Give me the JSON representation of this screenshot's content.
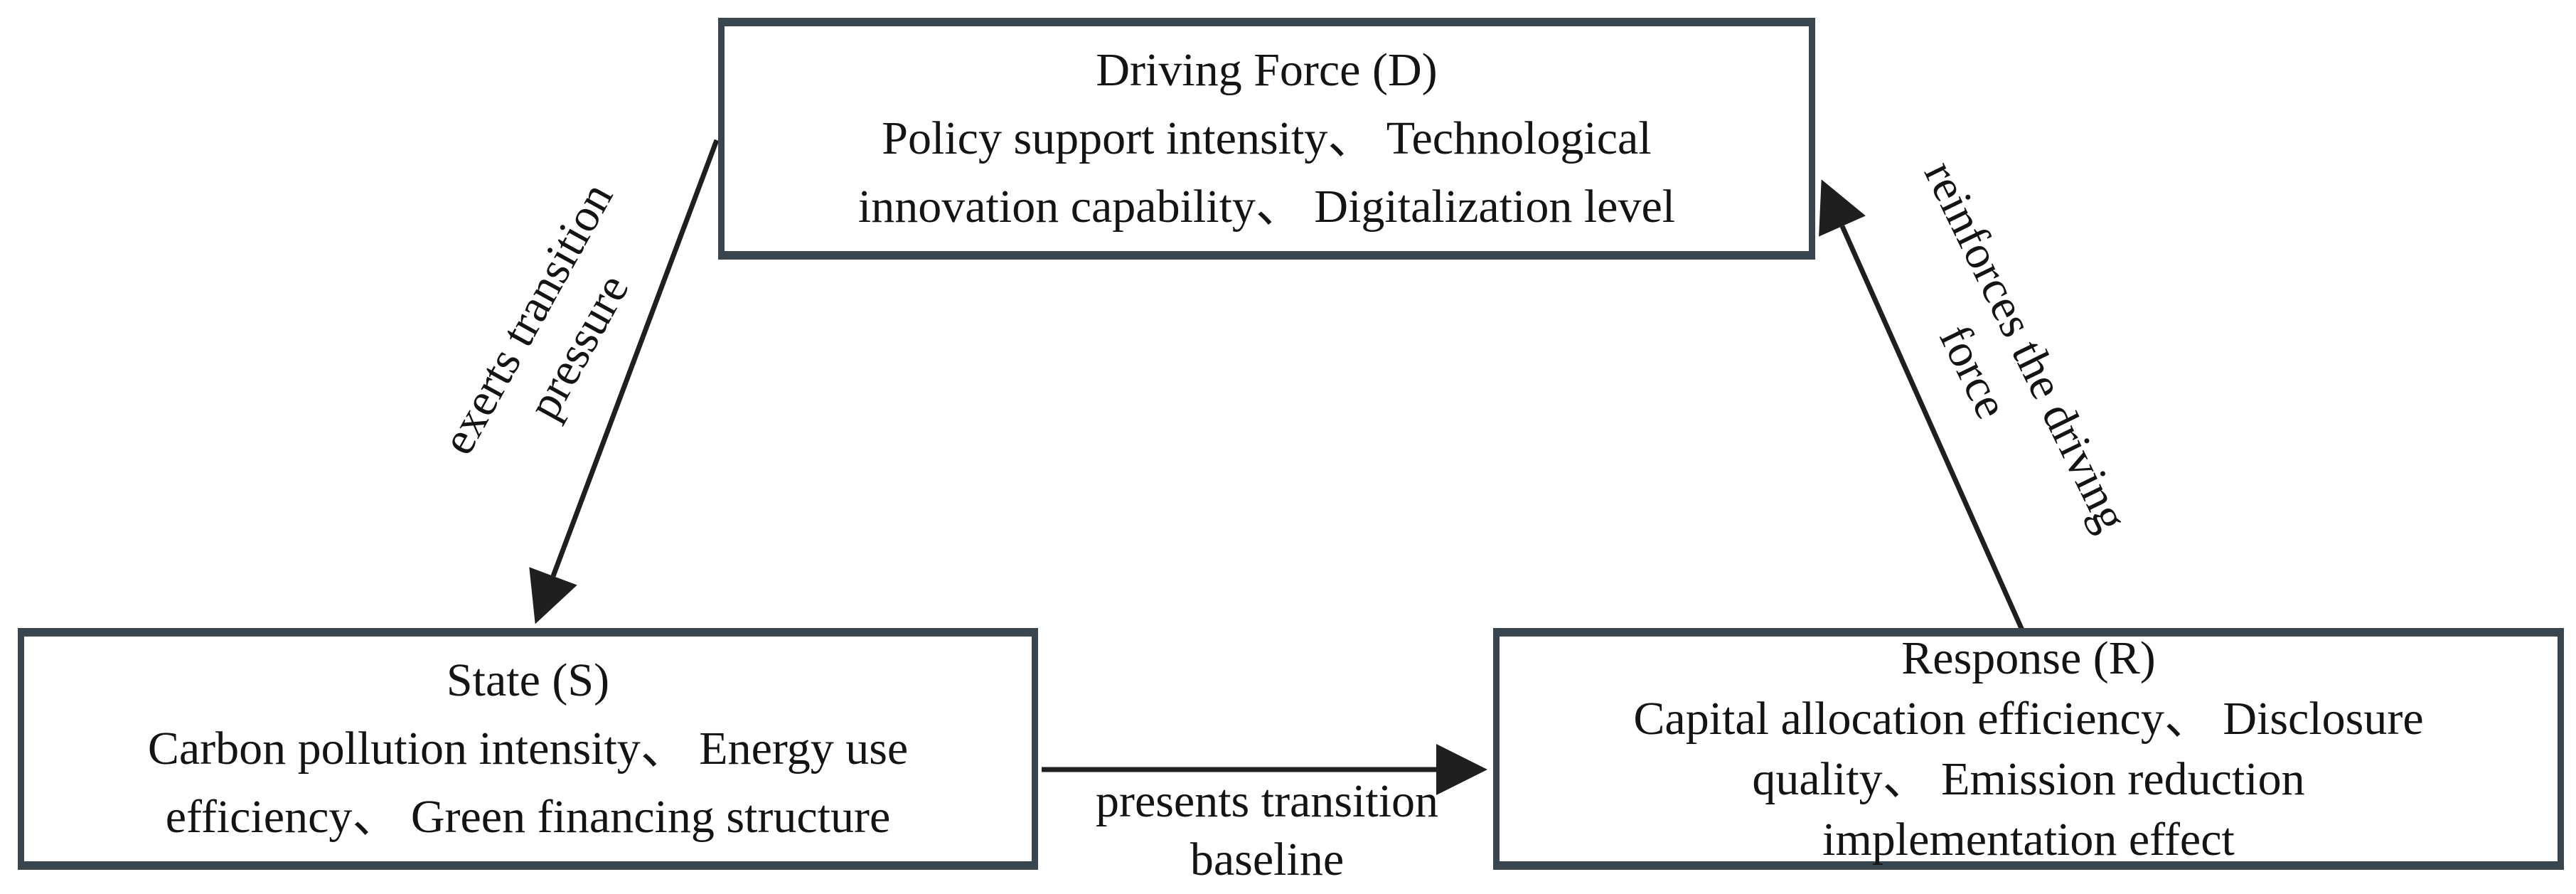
{
  "diagram": {
    "background_color": "#ffffff",
    "box_border_color": "#3a464f",
    "text_color": "#141414",
    "arrow_color": "#1f1f1f",
    "boxes": [
      {
        "id": "driving-force",
        "title": "Driving Force (D)",
        "details": "Policy support intensity、 Technological innovation capability、 Digitalization level",
        "lines": [
          "Policy support intensity、 Technological",
          "innovation capability、 Digitalization level"
        ]
      },
      {
        "id": "state",
        "title": "State (S)",
        "details": "Carbon pollution intensity、 Energy use efficiency、 Green financing structure",
        "lines": [
          "Carbon pollution intensity、 Energy use",
          "efficiency、 Green financing structure"
        ]
      },
      {
        "id": "response",
        "title": "Response (R)",
        "details": "Capital allocation efficiency、 Disclosure quality、 Emission reduction implementation effect",
        "lines": [
          "Capital allocation efficiency、 Disclosure",
          "quality、 Emission reduction",
          "implementation effect"
        ]
      }
    ],
    "edges": [
      {
        "id": "d-to-s",
        "from": "Driving Force (D)",
        "to": "State (S)",
        "label": "exerts transition pressure",
        "lines": [
          "exerts transition",
          "pressure"
        ]
      },
      {
        "id": "s-to-r",
        "from": "State (S)",
        "to": "Response (R)",
        "label": "presents transition baseline",
        "lines": [
          "presents transition",
          "baseline"
        ]
      },
      {
        "id": "r-to-d",
        "from": "Response (R)",
        "to": "Driving Force (D)",
        "label": "reinforces the driving force",
        "lines": [
          "reinforces the driving",
          "force"
        ]
      }
    ]
  }
}
